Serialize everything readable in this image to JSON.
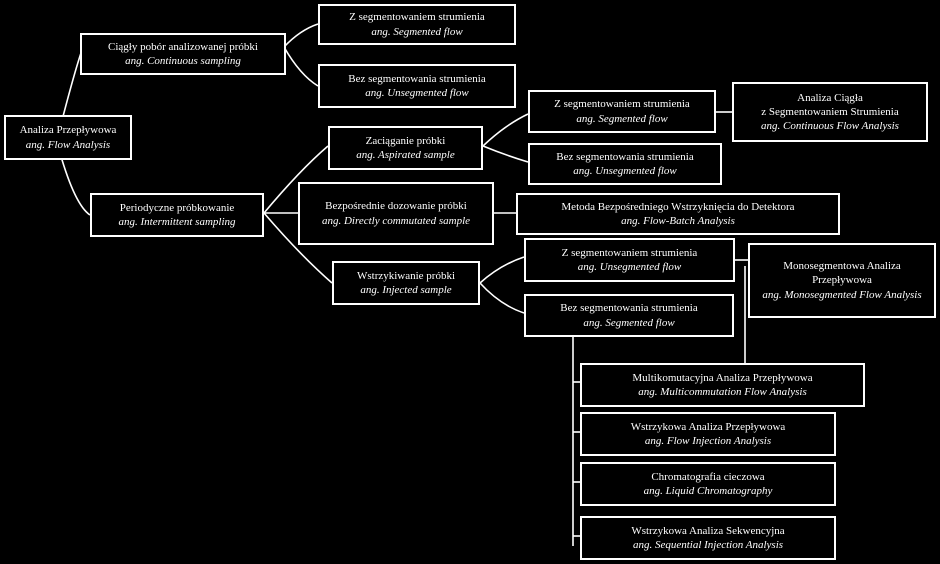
{
  "root": {
    "pl": "Analiza Przepływowa",
    "en": "ang. Flow Analysis"
  },
  "continuous": {
    "pl": "Ciągły pobór analizowanej próbki",
    "en": "ang. Continuous sampling"
  },
  "cont_segmented": {
    "pl": "Z segmentowaniem strumienia",
    "en": "ang. Segmented flow"
  },
  "cont_unsegmented": {
    "pl": "Bez segmentowania strumienia",
    "en": "ang. Unsegmented flow"
  },
  "intermittent": {
    "pl": "Periodyczne próbkowanie",
    "en": "ang. Intermittent sampling"
  },
  "aspirated": {
    "pl": "Zaciąganie próbki",
    "en": "ang. Aspirated sample"
  },
  "direct": {
    "pl": "Bezpośrednie dozowanie próbki",
    "en": "ang. Directly commutated sample"
  },
  "injected": {
    "pl": "Wstrzykiwanie próbki",
    "en": "ang. Injected sample"
  },
  "asp_segmented": {
    "pl": "Z segmentowaniem strumienia",
    "en": "ang. Segmented flow"
  },
  "asp_unsegmented": {
    "pl": "Bez segmentowania strumienia",
    "en": "ang. Unsegmented flow"
  },
  "cfa": {
    "pl1": "Analiza Ciągła",
    "pl2": "z Segmentowaniem Strumienia",
    "en": "ang. Continuous Flow Analysis"
  },
  "fba": {
    "pl": "Metoda Bezpośredniego Wstrzyknięcia do Detektora",
    "en": "ang. Flow-Batch Analysis"
  },
  "inj_segmented": {
    "pl": "Z segmentowaniem strumienia",
    "en": "ang. Unsegmented flow"
  },
  "inj_unsegmented": {
    "pl": "Bez segmentowania strumienia",
    "en": "ang. Segmented flow"
  },
  "mono": {
    "pl": "Monosegmentowa Analiza Przepływowa",
    "en": "ang. Monosegmented Flow Analysis"
  },
  "mcfa": {
    "pl": "Multikomutacyjna Analiza Przepływowa",
    "en": "ang. Multicommutation Flow Analysis"
  },
  "fia": {
    "pl": "Wstrzykowa Analiza Przepływowa",
    "en": "ang. Flow Injection Analysis"
  },
  "lc": {
    "pl": "Chromatografia cieczowa",
    "en": "ang. Liquid Chromatography"
  },
  "sia": {
    "pl": "Wstrzykowa Analiza Sekwencyjna",
    "en": "ang. Sequential Injection Analysis"
  }
}
